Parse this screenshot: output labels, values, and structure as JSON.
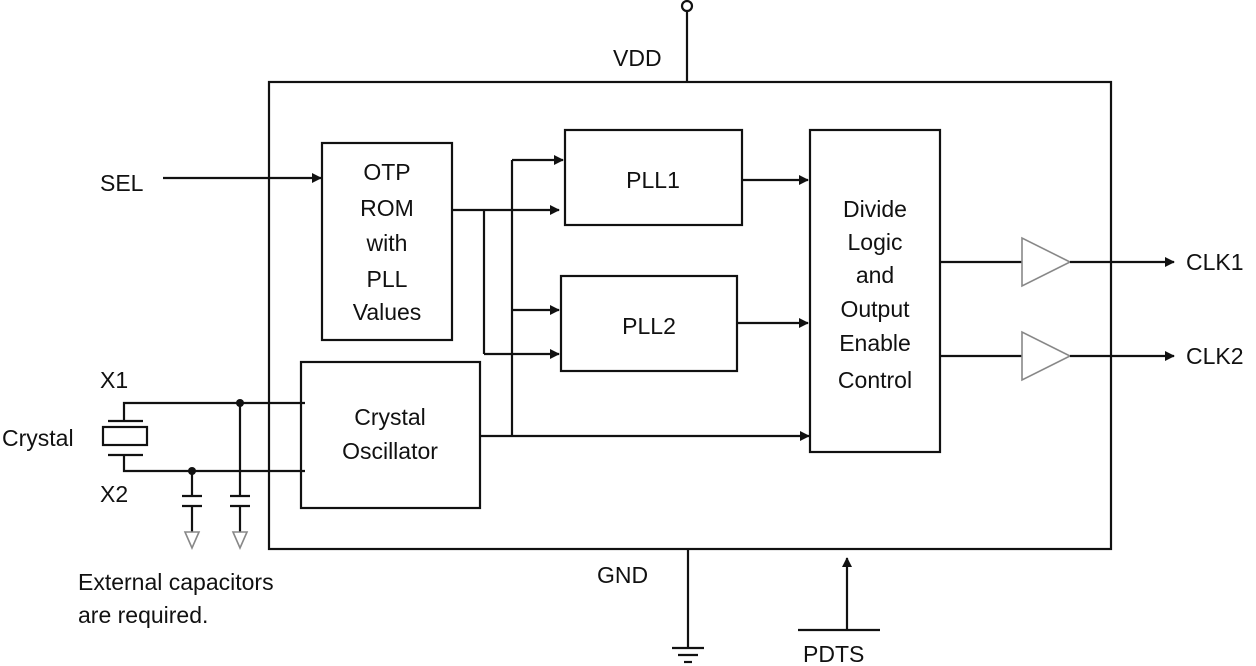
{
  "pins": {
    "vdd": "VDD",
    "gnd": "GND",
    "sel": "SEL",
    "pdts": "PDTS",
    "x1": "X1",
    "x2": "X2",
    "clk1": "CLK1",
    "clk2": "CLK2"
  },
  "crystal_label": "Crystal",
  "blocks": {
    "otp": [
      "OTP",
      "ROM",
      "with",
      "PLL",
      "Values"
    ],
    "pll1": "PLL1",
    "pll2": "PLL2",
    "divide": [
      "Divide",
      "Logic",
      "and",
      "Output",
      "Enable",
      "Control"
    ],
    "osc": [
      "Crystal",
      "Oscillator"
    ]
  },
  "note": [
    "External capacitors",
    "are required."
  ]
}
